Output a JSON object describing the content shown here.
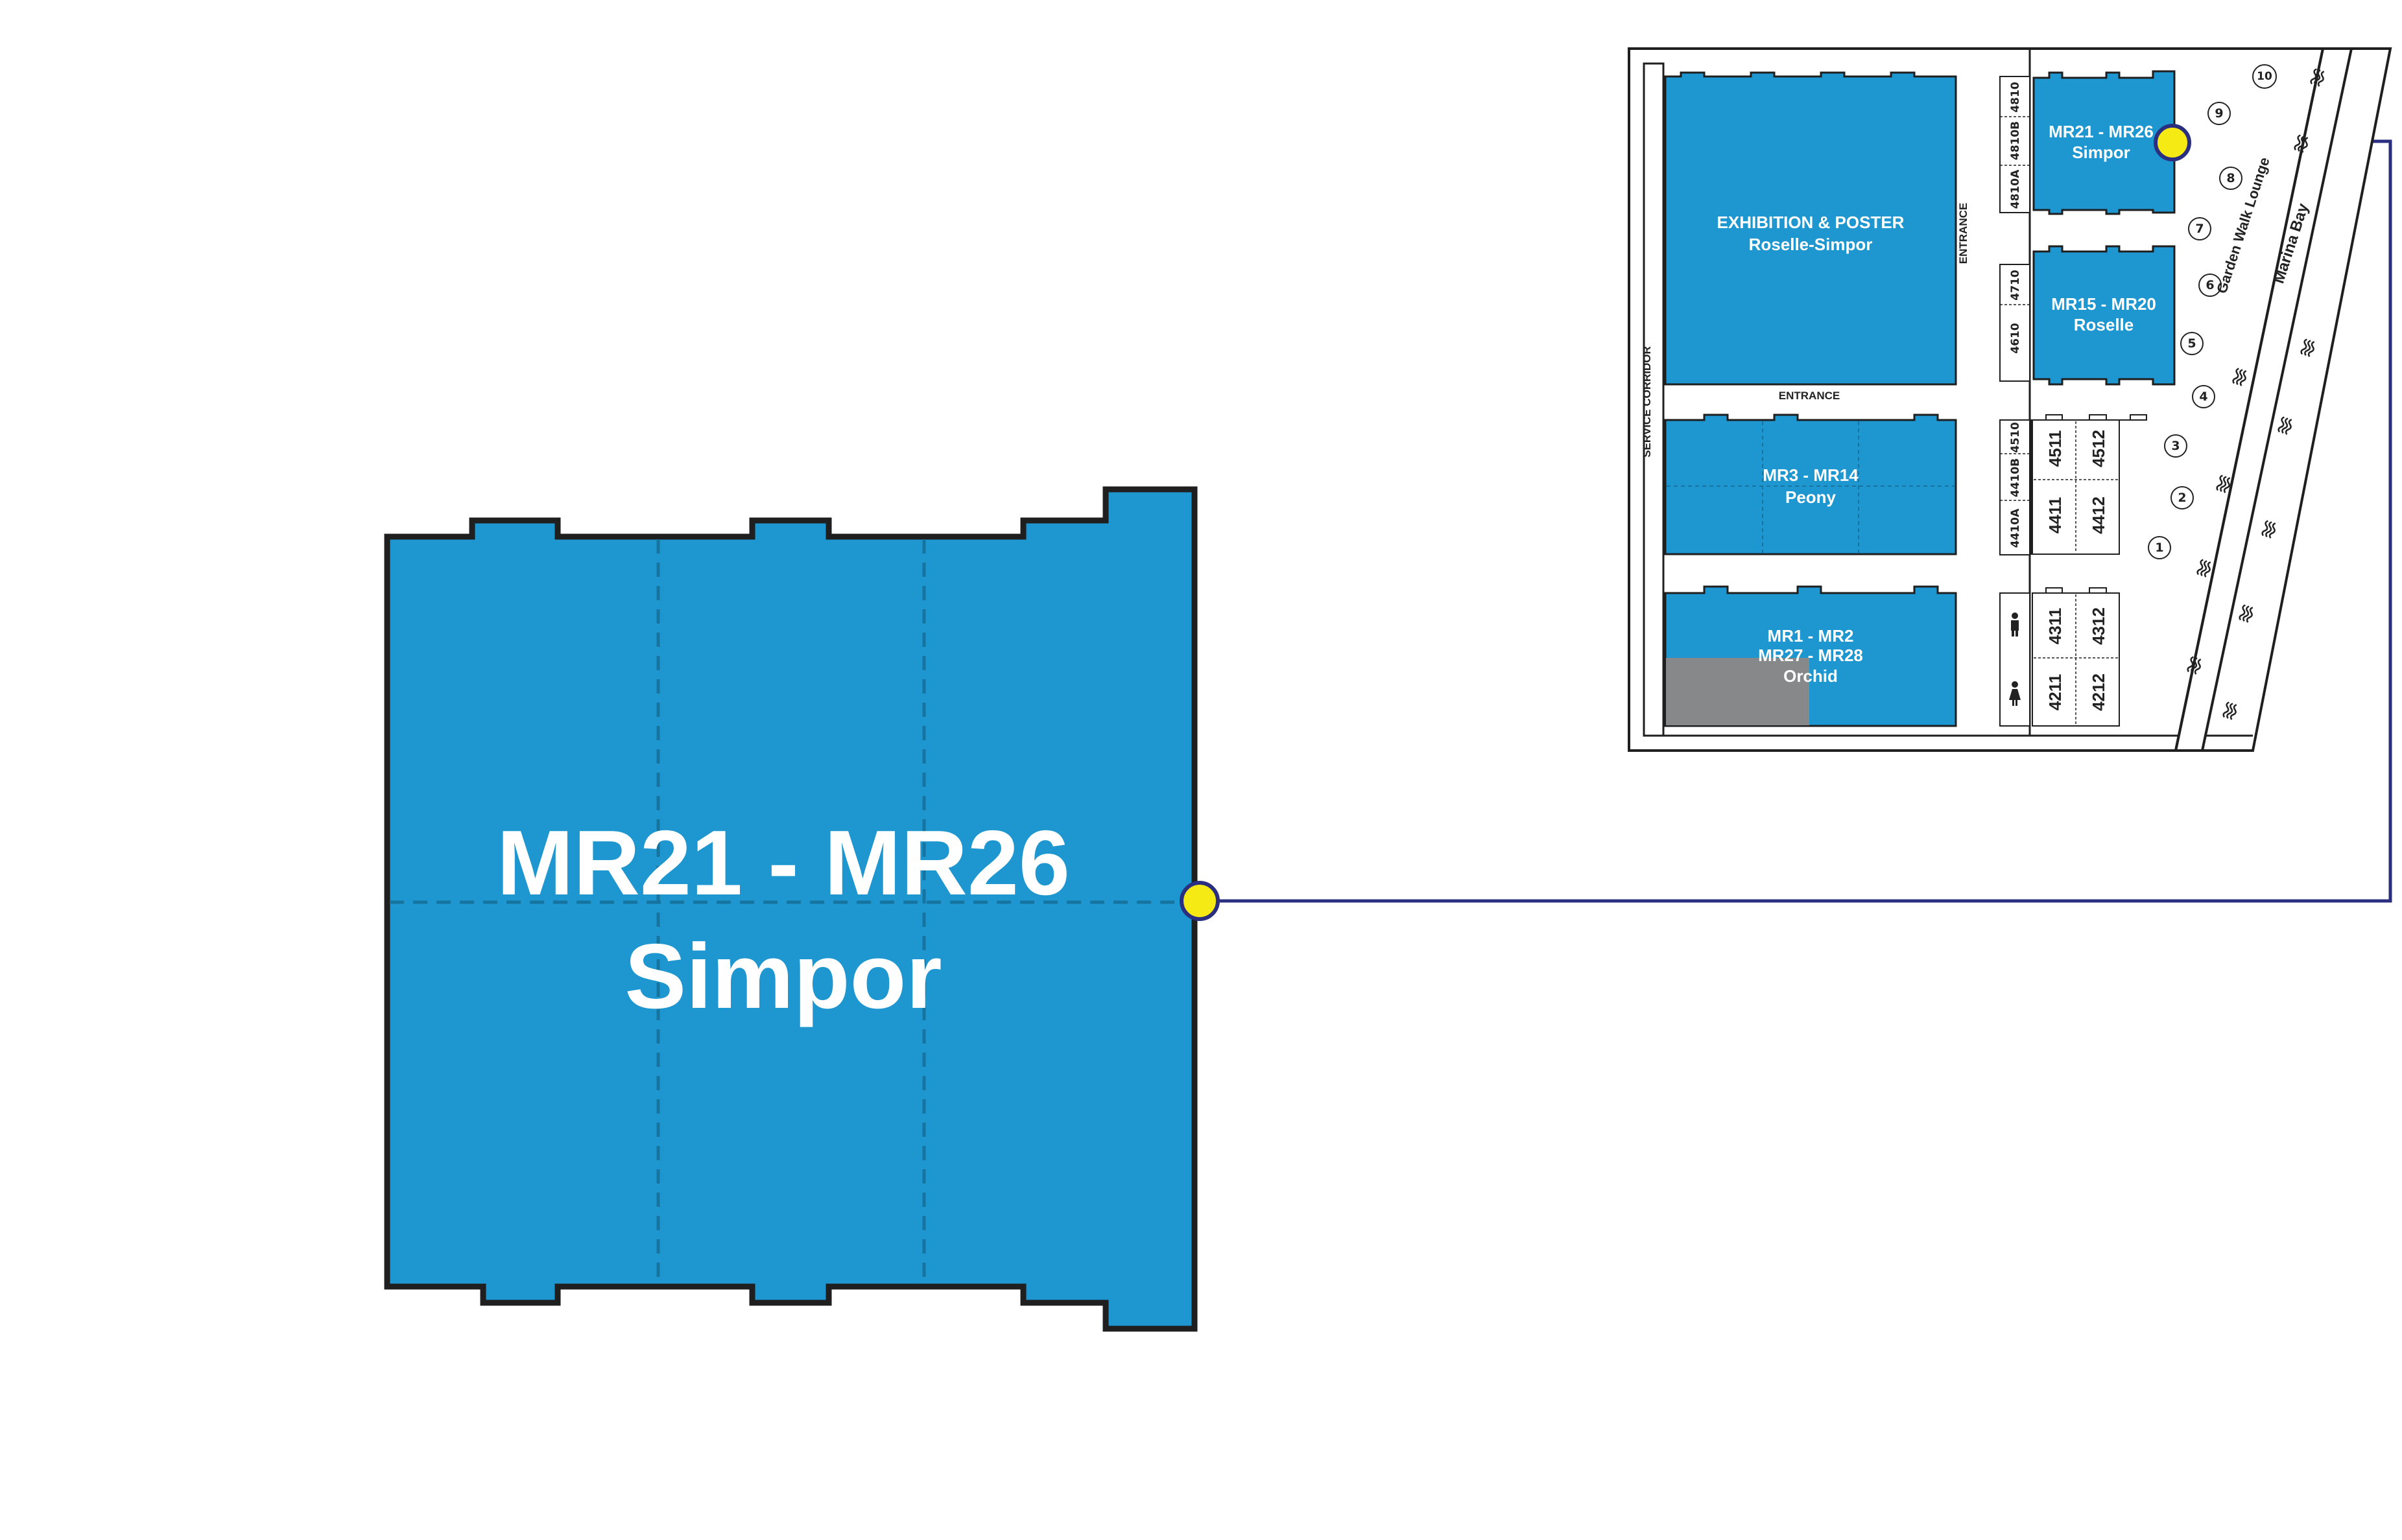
{
  "colors": {
    "room_blue": "#1e96d0",
    "outline": "#1f1f1f",
    "connector": "#2b2f7f",
    "marker_yellow": "#f5ea14",
    "grey_area": "#87888a"
  },
  "detail": {
    "title": "MR21 - MR26",
    "subtitle": "Simpor"
  },
  "minimap": {
    "exhibition": {
      "title": "EXHIBITION & POSTER",
      "subtitle": "Roselle-Simpor"
    },
    "simpor": {
      "title": "MR21 - MR26",
      "subtitle": "Simpor"
    },
    "roselle": {
      "title": "MR15 - MR20",
      "subtitle": "Roselle"
    },
    "peony": {
      "title": "MR3 - MR14",
      "subtitle": "Peony"
    },
    "orchid": {
      "line1": "MR1 - MR2",
      "line2": "MR27 - MR28",
      "subtitle": "Orchid"
    },
    "labels": {
      "entrance_top": "ENTRANCE",
      "entrance_side": "ENTRANCE",
      "service_corridor": "SERVICE CORRIDOR",
      "garden_walk": "Garden Walk Lounge",
      "marina_bay": "Marina Bay"
    },
    "small_rooms": [
      "4810",
      "4810B",
      "4810A",
      "4710",
      "4610",
      "4510",
      "4410B",
      "4410A"
    ],
    "big_rooms": [
      "4511",
      "4512",
      "4411",
      "4412",
      "4311",
      "4312",
      "4211",
      "4212"
    ],
    "garden_numbers": [
      "1",
      "2",
      "3",
      "4",
      "5",
      "6",
      "7",
      "8",
      "9",
      "10"
    ],
    "restroom_icons": [
      "male-icon",
      "female-icon"
    ]
  }
}
